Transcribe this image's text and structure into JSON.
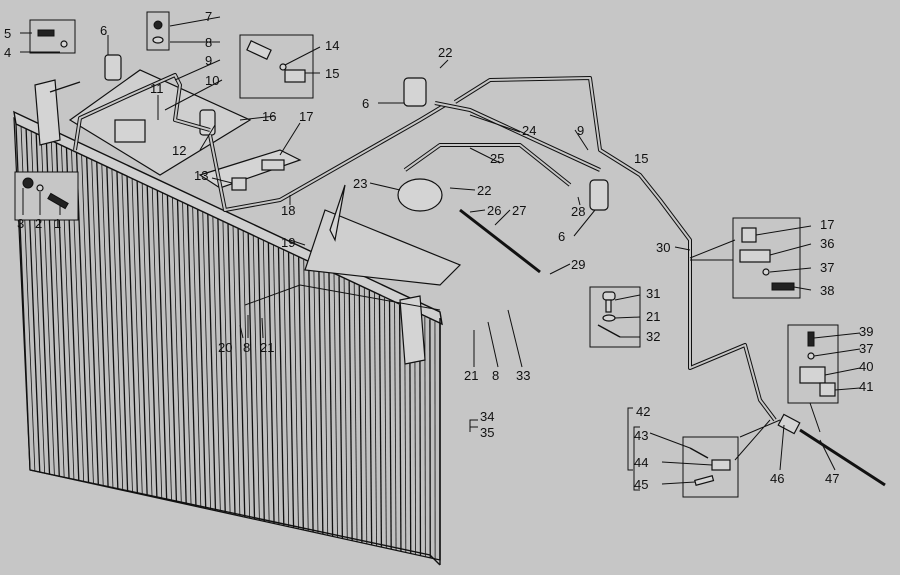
{
  "title": "Radiator shutter pneumatic control assembly – exploded parts diagram",
  "labels": [
    "5",
    "4",
    "6",
    "7",
    "8",
    "9",
    "10",
    "11",
    "14",
    "15",
    "16",
    "17",
    "12",
    "13",
    "3",
    "2",
    "1",
    "18",
    "19",
    "22",
    "6",
    "24",
    "9",
    "25",
    "23",
    "22",
    "26",
    "27",
    "28",
    "15",
    "6",
    "29",
    "30",
    "17",
    "36",
    "37",
    "38",
    "31",
    "21",
    "32",
    "20",
    "8",
    "21",
    "21",
    "8",
    "33",
    "34",
    "35",
    "39",
    "37",
    "40",
    "41",
    "42",
    "43",
    "44",
    "45",
    "46",
    "47"
  ],
  "colors": {
    "background": "#c6c6c6",
    "ink": "#111111"
  }
}
